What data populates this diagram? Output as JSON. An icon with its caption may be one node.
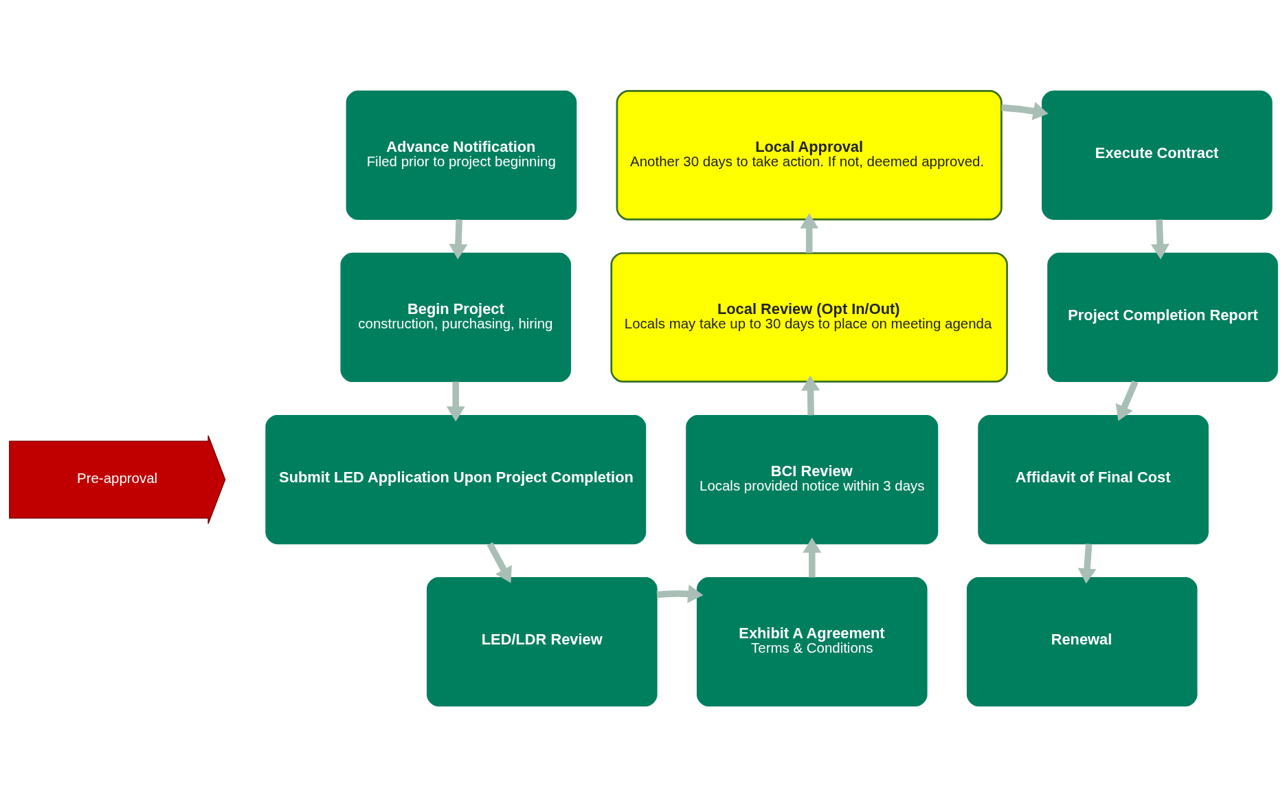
{
  "diagram": {
    "nodes": [
      {
        "text": [
          "Pre-approval"
        ]
      },
      {
        "text": [
          "Advance Notification",
          "Filed prior to project beginning"
        ]
      },
      {
        "text": [
          "Begin Project",
          "construction, purchasing, hiring"
        ]
      },
      {
        "text": [
          "Submit LED Application Upon Project Completion"
        ]
      },
      {
        "text": [
          "LED/LDR Review"
        ]
      },
      {
        "text": [
          "Exhibit A Agreement",
          "Terms & Conditions"
        ]
      },
      {
        "text": [
          "BCI Review",
          "Locals provided notice within 3 days"
        ]
      },
      {
        "text": [
          "Local Review (Opt In/Out)",
          "Locals may take up to 30 days to place on meeting agenda"
        ]
      },
      {
        "text": [
          "Local Approval",
          "Another 30 days to take action. If not, deemed approved."
        ]
      },
      {
        "text": [
          "Execute Contract"
        ]
      },
      {
        "text": [
          "Project Completion Report"
        ]
      },
      {
        "text": [
          "Affidavit of Final Cost"
        ]
      },
      {
        "text": [
          "Renewal"
        ]
      }
    ],
    "edges": [
      {
        "from": 1,
        "to": 2,
        "arrow": "to"
      },
      {
        "from": 2,
        "to": 3,
        "arrow": "to"
      },
      {
        "from": 3,
        "to": 4,
        "arrow": "to"
      },
      {
        "from": 4,
        "to": 5,
        "arrow": "to"
      },
      {
        "from": 5,
        "to": 6,
        "arrow": "to"
      },
      {
        "from": 6,
        "to": 7,
        "arrow": "to"
      },
      {
        "from": 7,
        "to": 8,
        "arrow": "to"
      },
      {
        "from": 8,
        "to": 9,
        "arrow": "to"
      },
      {
        "from": 9,
        "to": 10,
        "arrow": "to"
      },
      {
        "from": 10,
        "to": 11,
        "arrow": "to"
      },
      {
        "from": 11,
        "to": 12,
        "arrow": "to"
      }
    ]
  }
}
